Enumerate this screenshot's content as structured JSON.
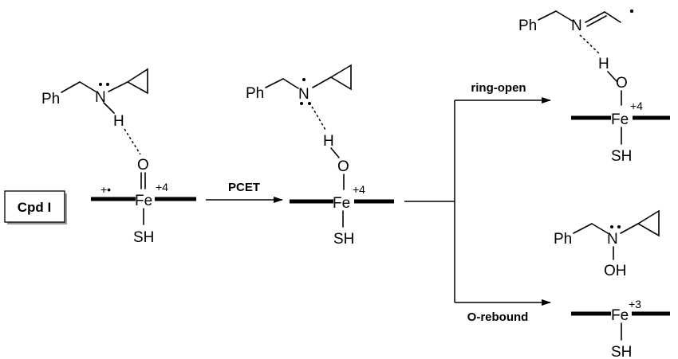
{
  "labels": {
    "cpd": "Cpd I",
    "pcet": "PCET",
    "ring_open": "ring-open",
    "o_rebound": "O-rebound"
  },
  "atoms": {
    "ph": "Ph",
    "n": "N",
    "h": "H",
    "o": "O",
    "oh": "OH",
    "fe": "Fe",
    "sh": "SH"
  },
  "charges": {
    "fe4": "+4",
    "fe3": "+3",
    "radical_cation": "+•"
  }
}
